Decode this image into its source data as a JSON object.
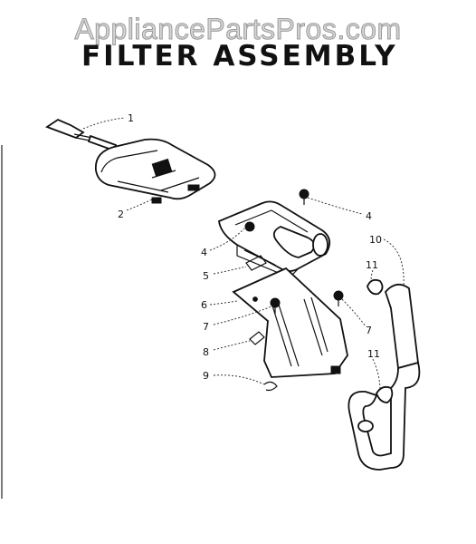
{
  "watermark": "AppliancePartsPros.com",
  "title": "FILTER ASSEMBLY",
  "callouts": {
    "c1": "1",
    "c2": "2",
    "c4a": "4",
    "c4b": "4",
    "c5": "5",
    "c6": "6",
    "c7a": "7",
    "c7b": "7",
    "c8": "8",
    "c9": "9",
    "c10": "10",
    "c11a": "11",
    "c11b": "11"
  }
}
